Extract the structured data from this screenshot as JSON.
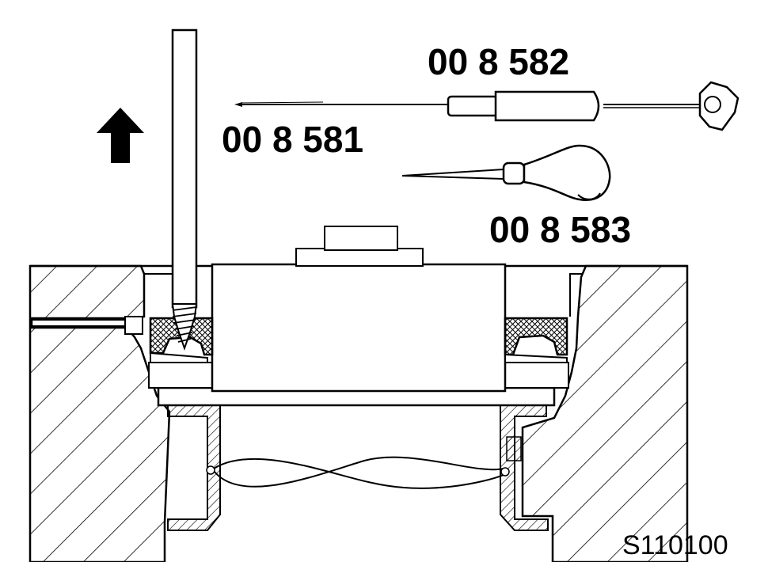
{
  "labels": {
    "tool_582": "00 8 582",
    "tool_581": "00 8 581",
    "tool_583": "00 8 583",
    "figure_id": "S110100"
  },
  "colors": {
    "ink": "#000000",
    "paper": "#ffffff"
  },
  "icons": {
    "direction": "arrow-up-icon"
  }
}
